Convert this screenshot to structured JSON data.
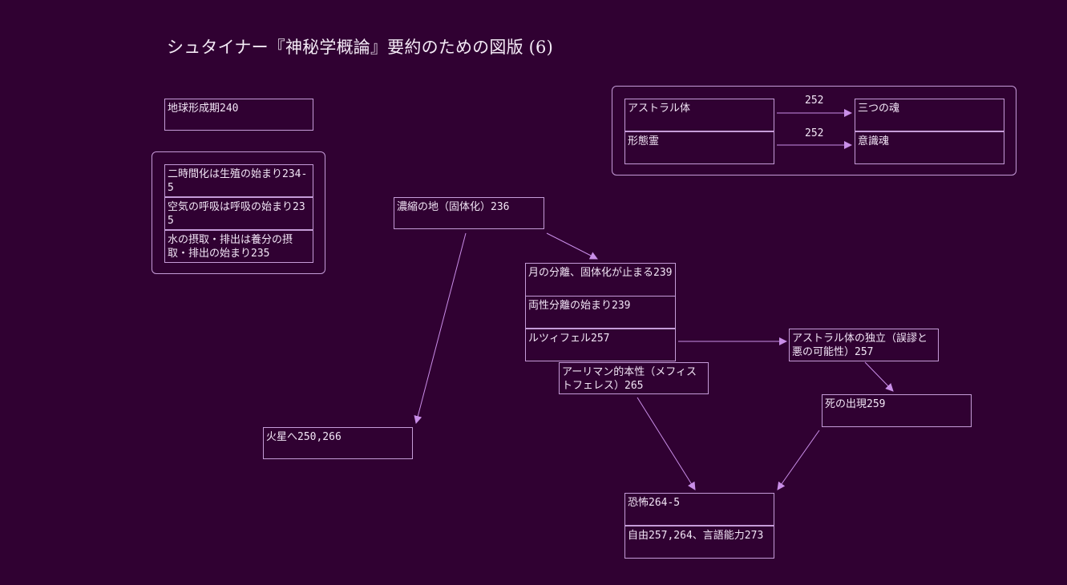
{
  "title": "シュタイナー『神秘学概論』要約のための図版 (6)",
  "nodes": {
    "earth_formation": "地球形成期240",
    "two_time": "二時間化は生殖の始まり234-5",
    "air_breath": "空気の呼吸は呼吸の始まり235",
    "water_intake": "水の摂取・排出は養分の摂取・排出の始まり235",
    "dense_earth": "濃縮の地（固体化）236",
    "moon_separation": "月の分離、固体化が止まる239",
    "sex_separation": "両性分離の始まり239",
    "lucifer": "ルツィフェル257",
    "astral_indep": "アストラル体の独立（誤謬と悪の可能性）257",
    "ahriman": "アーリマン的本性（メフィストフェレス）265",
    "to_mars": "火星へ250,266",
    "death": "死の出現259",
    "fear": "恐怖264-5",
    "freedom": "自由257,264、言語能力273",
    "astral_body": "アストラル体",
    "three_souls": "三つの魂",
    "form_spirit": "形態霊",
    "conscious_soul": "意識魂"
  },
  "edge_labels": {
    "astral_to_souls": "252",
    "form_to_conscious": "252"
  },
  "colors": {
    "background": "#300132",
    "stroke": "#c59cd8",
    "arrow": "#c98ee8",
    "text": "#f2e6f6"
  }
}
